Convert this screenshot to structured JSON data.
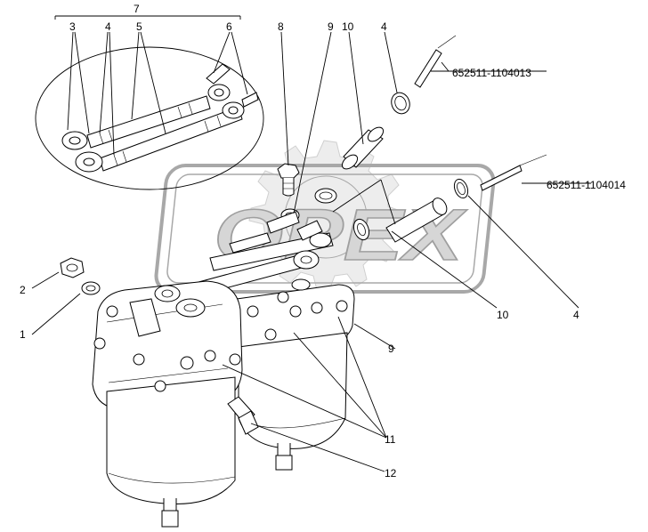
{
  "callouts": {
    "c1": "1",
    "c2": "2",
    "c3": "3",
    "c4_top_left": "4",
    "c5": "5",
    "c6": "6",
    "c7": "7",
    "c8": "8",
    "c9_top": "9",
    "c10_top": "10",
    "c4_top_right": "4",
    "c9_right": "9",
    "c10_right": "10",
    "c4_right": "4",
    "c11": "11",
    "c12": "12"
  },
  "part_numbers": {
    "upper": "652511-1104013",
    "lower": "652511-1104014"
  },
  "watermark": {
    "text": "OPEX"
  }
}
